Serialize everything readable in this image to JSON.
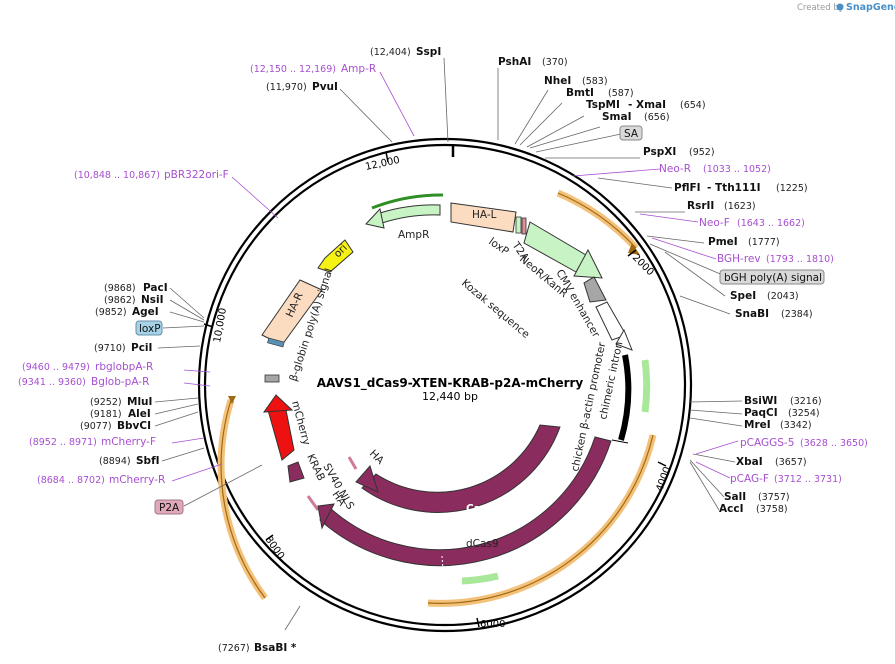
{
  "credit": {
    "created_by": "Created by",
    "brand": "SnapGene"
  },
  "plasmid": {
    "name": "AAVS1_dCas9-XTEN-KRAB-p2A-mCherry",
    "size": "12,440 bp"
  },
  "ticks": [
    "2000",
    "4000",
    "6000",
    "8000",
    "10,000",
    "12,000"
  ],
  "sites_right": [
    {
      "name": "PshAI",
      "pos": "(370)"
    },
    {
      "name": "NheI",
      "pos": "(583)"
    },
    {
      "name": "BmtI",
      "pos": "(587)"
    },
    {
      "name": "TspMI",
      "name2": "- XmaI",
      "pos": "(654)"
    },
    {
      "name": "SmaI",
      "pos": "(656)"
    },
    {
      "name": "PspXI",
      "pos": "(952)"
    },
    {
      "name": "PflFI",
      "name2": "- Tth111I",
      "pos": "(1225)"
    },
    {
      "name": "RsrII",
      "pos": "(1623)"
    },
    {
      "name": "PmeI",
      "pos": "(1777)"
    },
    {
      "name": "SpeI",
      "pos": "(2043)"
    },
    {
      "name": "SnaBI",
      "pos": "(2384)"
    },
    {
      "name": "BsiWI",
      "pos": "(3216)"
    },
    {
      "name": "PaqCI",
      "pos": "(3254)"
    },
    {
      "name": "MreI",
      "pos": "(3342)"
    },
    {
      "name": "XbaI",
      "pos": "(3657)"
    },
    {
      "name": "SalI",
      "pos": "(3757)"
    },
    {
      "name": "AccI",
      "pos": "(3758)"
    }
  ],
  "sites_left": [
    {
      "name": "SspI",
      "pos": "(12,404)"
    },
    {
      "name": "PvuI",
      "pos": "(11,970)"
    },
    {
      "name": "PacI",
      "pos": "(9868)"
    },
    {
      "name": "NsiI",
      "pos": "(9862)"
    },
    {
      "name": "AgeI",
      "pos": "(9852)"
    },
    {
      "name": "PciI",
      "pos": "(9710)"
    },
    {
      "name": "MluI",
      "pos": "(9252)"
    },
    {
      "name": "AleI",
      "pos": "(9181)"
    },
    {
      "name": "BbvCI",
      "pos": "(9077)"
    },
    {
      "name": "SbfI",
      "pos": "(8894)"
    },
    {
      "name": "BsaBI *",
      "pos": "(7267)"
    }
  ],
  "primers": [
    {
      "name": "Amp-R",
      "pos": "(12,150 .. 12,169)"
    },
    {
      "name": "pBR322ori-F",
      "pos": "(10,848 .. 10,867)"
    },
    {
      "name": "rbglobpA-R",
      "pos": "(9460 .. 9479)"
    },
    {
      "name": "Bglob-pA-R",
      "pos": "(9341 .. 9360)"
    },
    {
      "name": "mCherry-F",
      "pos": "(8952 .. 8971)"
    },
    {
      "name": "mCherry-R",
      "pos": "(8684 .. 8702)"
    },
    {
      "name": "Neo-R",
      "pos": "(1033 .. 1052)"
    },
    {
      "name": "Neo-F",
      "pos": "(1643 .. 1662)"
    },
    {
      "name": "BGH-rev",
      "pos": "(1793 .. 1810)"
    },
    {
      "name": "pCAGGS-5",
      "pos": "(3628 .. 3650)"
    },
    {
      "name": "pCAG-F",
      "pos": "(3712 .. 3731)"
    }
  ],
  "boxed_labels": [
    "SA",
    "bGH poly(A) signal",
    "loxP",
    "P2A"
  ],
  "features": {
    "amp_r": "AmpR",
    "ori": "ori",
    "ha_l": "HA-L",
    "ha_r": "HA-R",
    "t2a": "T2A",
    "loxp": "loxP",
    "neo": "NeoR/KanR",
    "kozak": "Kozak sequence",
    "cmv": "CMV enhancer",
    "bglobin": "β-globin poly(A) signal",
    "chicken": "chicken β-actin promoter",
    "intron": "chimeric intron",
    "mcherry": "mCherry",
    "krab": "KRAB",
    "sv40": "SV40 NLS",
    "ha1": "HA",
    "ha2": "HA",
    "cas9": "Cas9",
    "dcas9": "dCas9"
  },
  "colors": {
    "primer": "#a64fd0",
    "amp": "#c8f3c4",
    "ori": "#f6f212",
    "homology": "#fbdcc0",
    "neo": "#c8f3c4",
    "cas9": "#8a2c5e",
    "mcherry": "#ee1111",
    "orange_band": "#f3c17a",
    "green_arrow": "#7dd26a"
  }
}
